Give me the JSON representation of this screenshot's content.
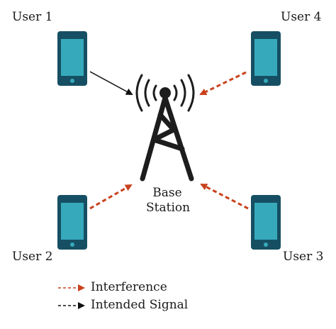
{
  "users": [
    {
      "label": "User 1",
      "link": "intended"
    },
    {
      "label": "User 2",
      "link": "interference"
    },
    {
      "label": "User 3",
      "link": "interference"
    },
    {
      "label": "User 4",
      "link": "interference"
    }
  ],
  "base_station": {
    "line1": "Base",
    "line2": "Station"
  },
  "legend": {
    "interference": "Interference",
    "intended": "Intended Signal"
  },
  "colors": {
    "phone_body": "#164f63",
    "phone_screen": "#36aabb",
    "tower": "#1d1d1d",
    "interference": "#c9421d",
    "intended": "#111111"
  }
}
